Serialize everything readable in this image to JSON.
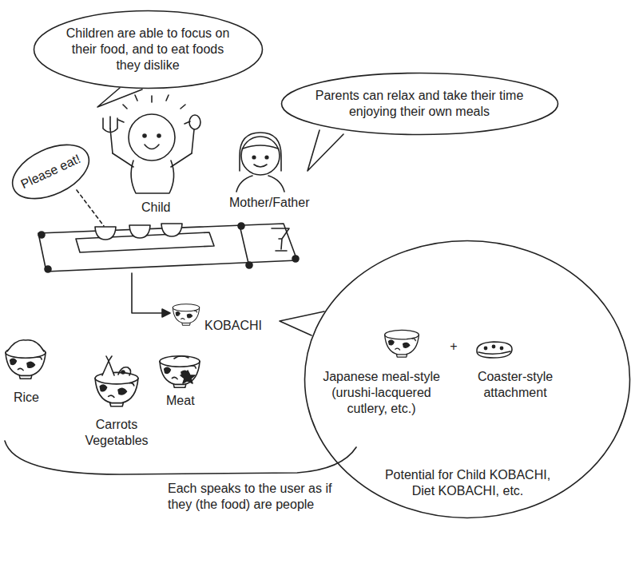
{
  "diagram": {
    "nodes": [
      {
        "text": [
          "Children are able to focus on their food, and to eat foods they dislike"
        ]
      },
      {
        "text": [
          "Parents can relax and take their time enjoying their own meals"
        ]
      },
      {
        "text": [
          "Please eat!"
        ]
      },
      {
        "text": [
          "Japanese meal-style (urushi-lacquered cutlery, etc.)",
          "+",
          "Coaster-style attachment",
          "Potential for Child KOBACHI, Diet KOBACHI, etc."
        ]
      }
    ],
    "labels": [
      "Child",
      "Mother/Father",
      "KOBACHI",
      "Rice",
      "Carrots Vegetables",
      "Meat",
      "Each speaks to the user as if they (the food) are people"
    ]
  }
}
